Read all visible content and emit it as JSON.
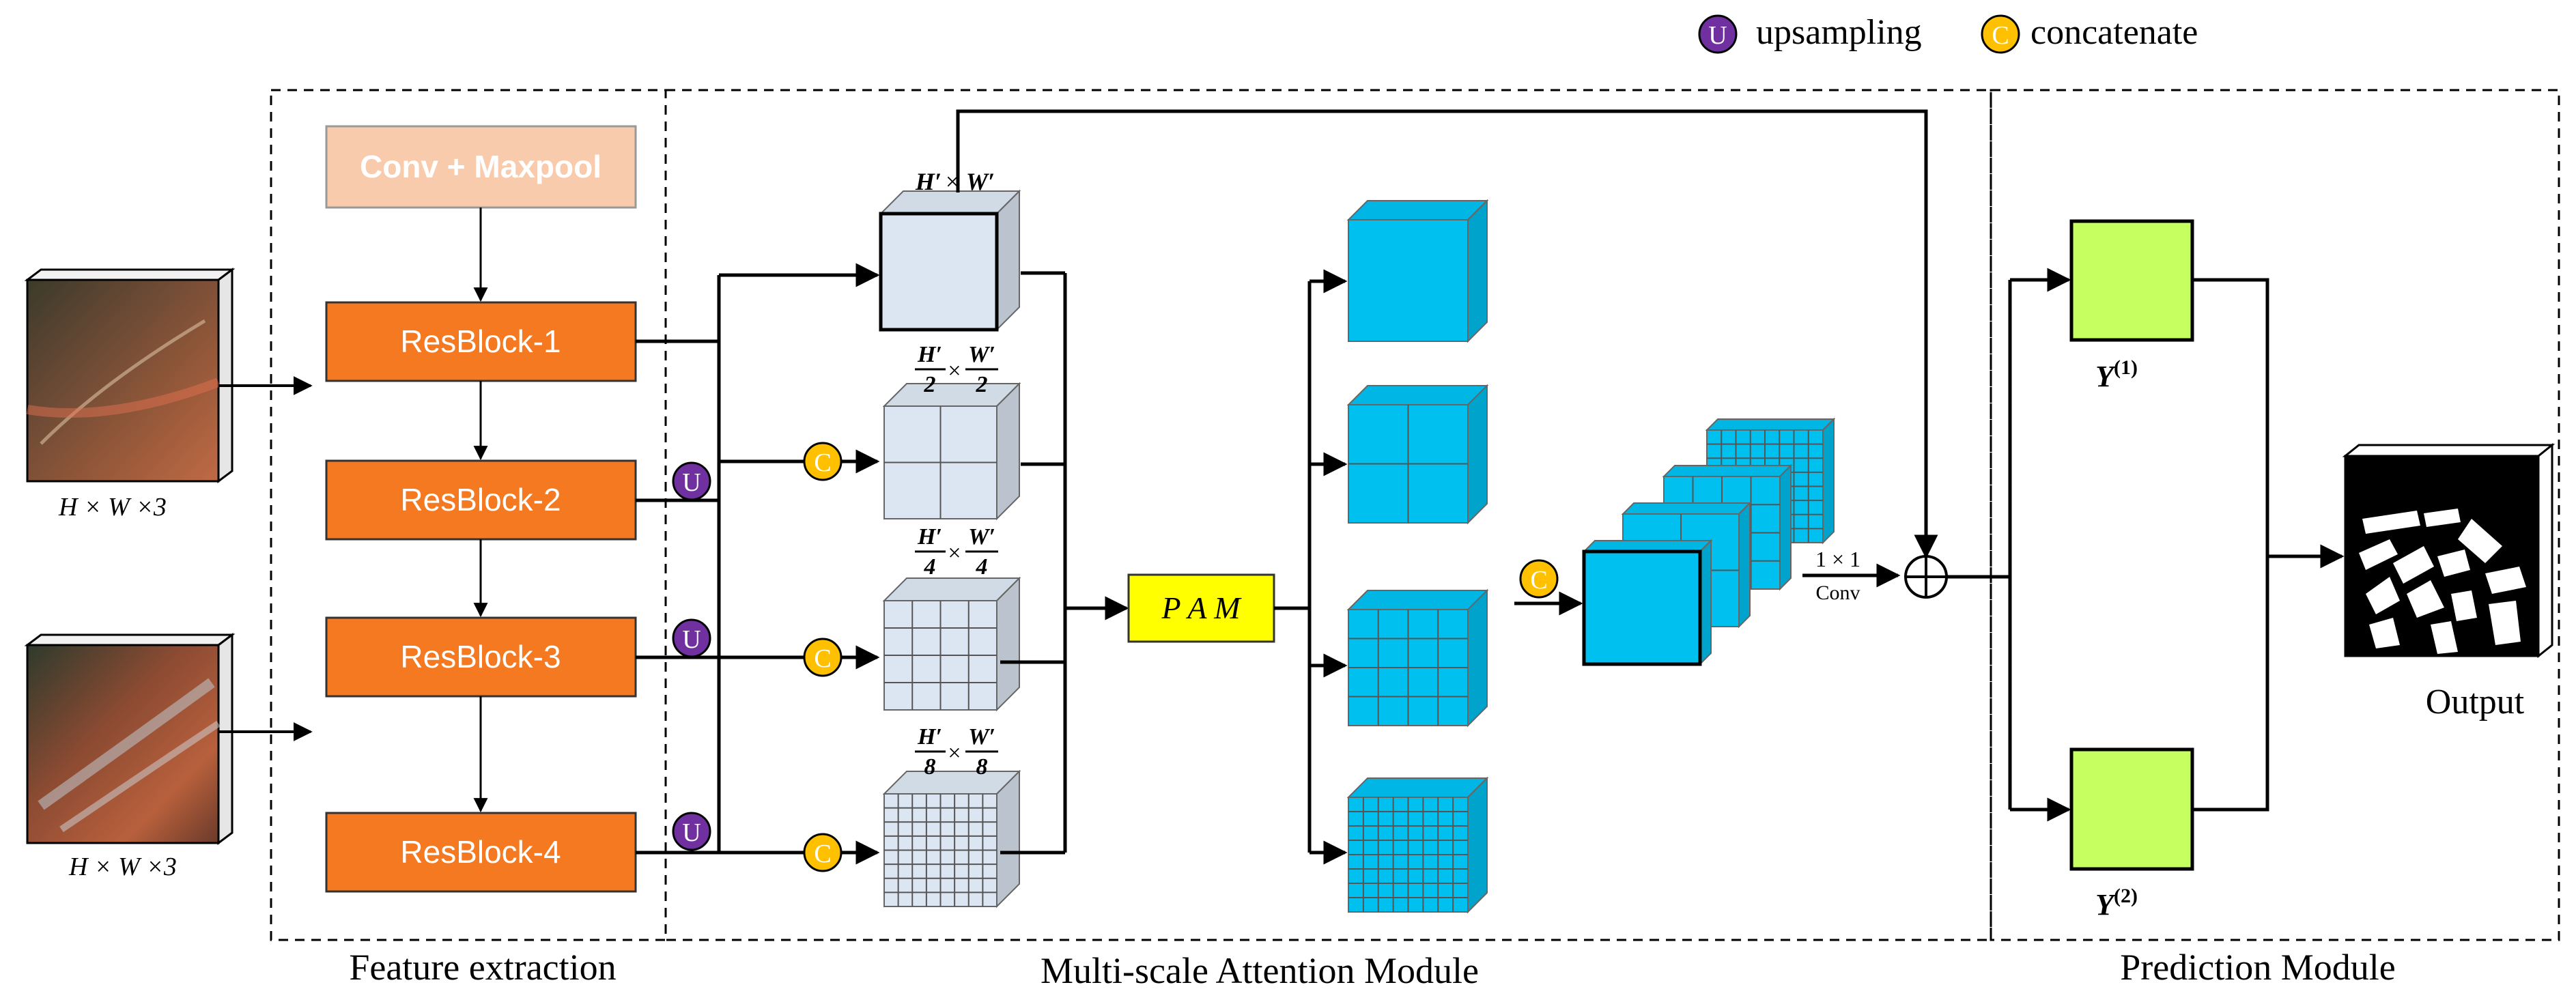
{
  "legend": {
    "upsampling_symbol": "U",
    "upsampling_label": "upsampling",
    "concatenate_symbol": "C",
    "concatenate_label": "concatenate"
  },
  "inputs": [
    {
      "dim_label": "H × W ×3"
    },
    {
      "dim_label": "H × W ×3"
    }
  ],
  "feature_extraction": {
    "section_label": "Feature extraction",
    "conv_label": "Conv + Maxpool",
    "resblocks": [
      "ResBlock-1",
      "ResBlock-2",
      "ResBlock-3",
      "ResBlock-4"
    ]
  },
  "msam": {
    "section_label": "Multi-scale Attention Module",
    "scale_labels": [
      {
        "num1": "H′",
        "num2": "W′",
        "den": ""
      },
      {
        "num1": "H′",
        "num2": "W′",
        "den": "2"
      },
      {
        "num1": "H′",
        "num2": "W′",
        "den": "4"
      },
      {
        "num1": "H′",
        "num2": "W′",
        "den": "8"
      }
    ],
    "times_symbol": "×",
    "pam_label": "P A M",
    "conv1x1_top": "1 × 1",
    "conv1x1_bottom": "Conv",
    "add_symbol": "⊕"
  },
  "prediction": {
    "section_label": "Prediction Module",
    "y1_base": "Y",
    "y1_sup": "(1)",
    "y2_base": "Y",
    "y2_sup": "(2)",
    "output_label": "Output"
  },
  "colors": {
    "resblock": "#f47920",
    "conv": "#f8cbad",
    "scale_cube": "#dce6f2",
    "attention_cube": "#00c0f0",
    "pam": "#ffff00",
    "prediction": "#c6ff60",
    "upsample_circle": "#7030a0",
    "concat_circle": "#ffc000"
  }
}
